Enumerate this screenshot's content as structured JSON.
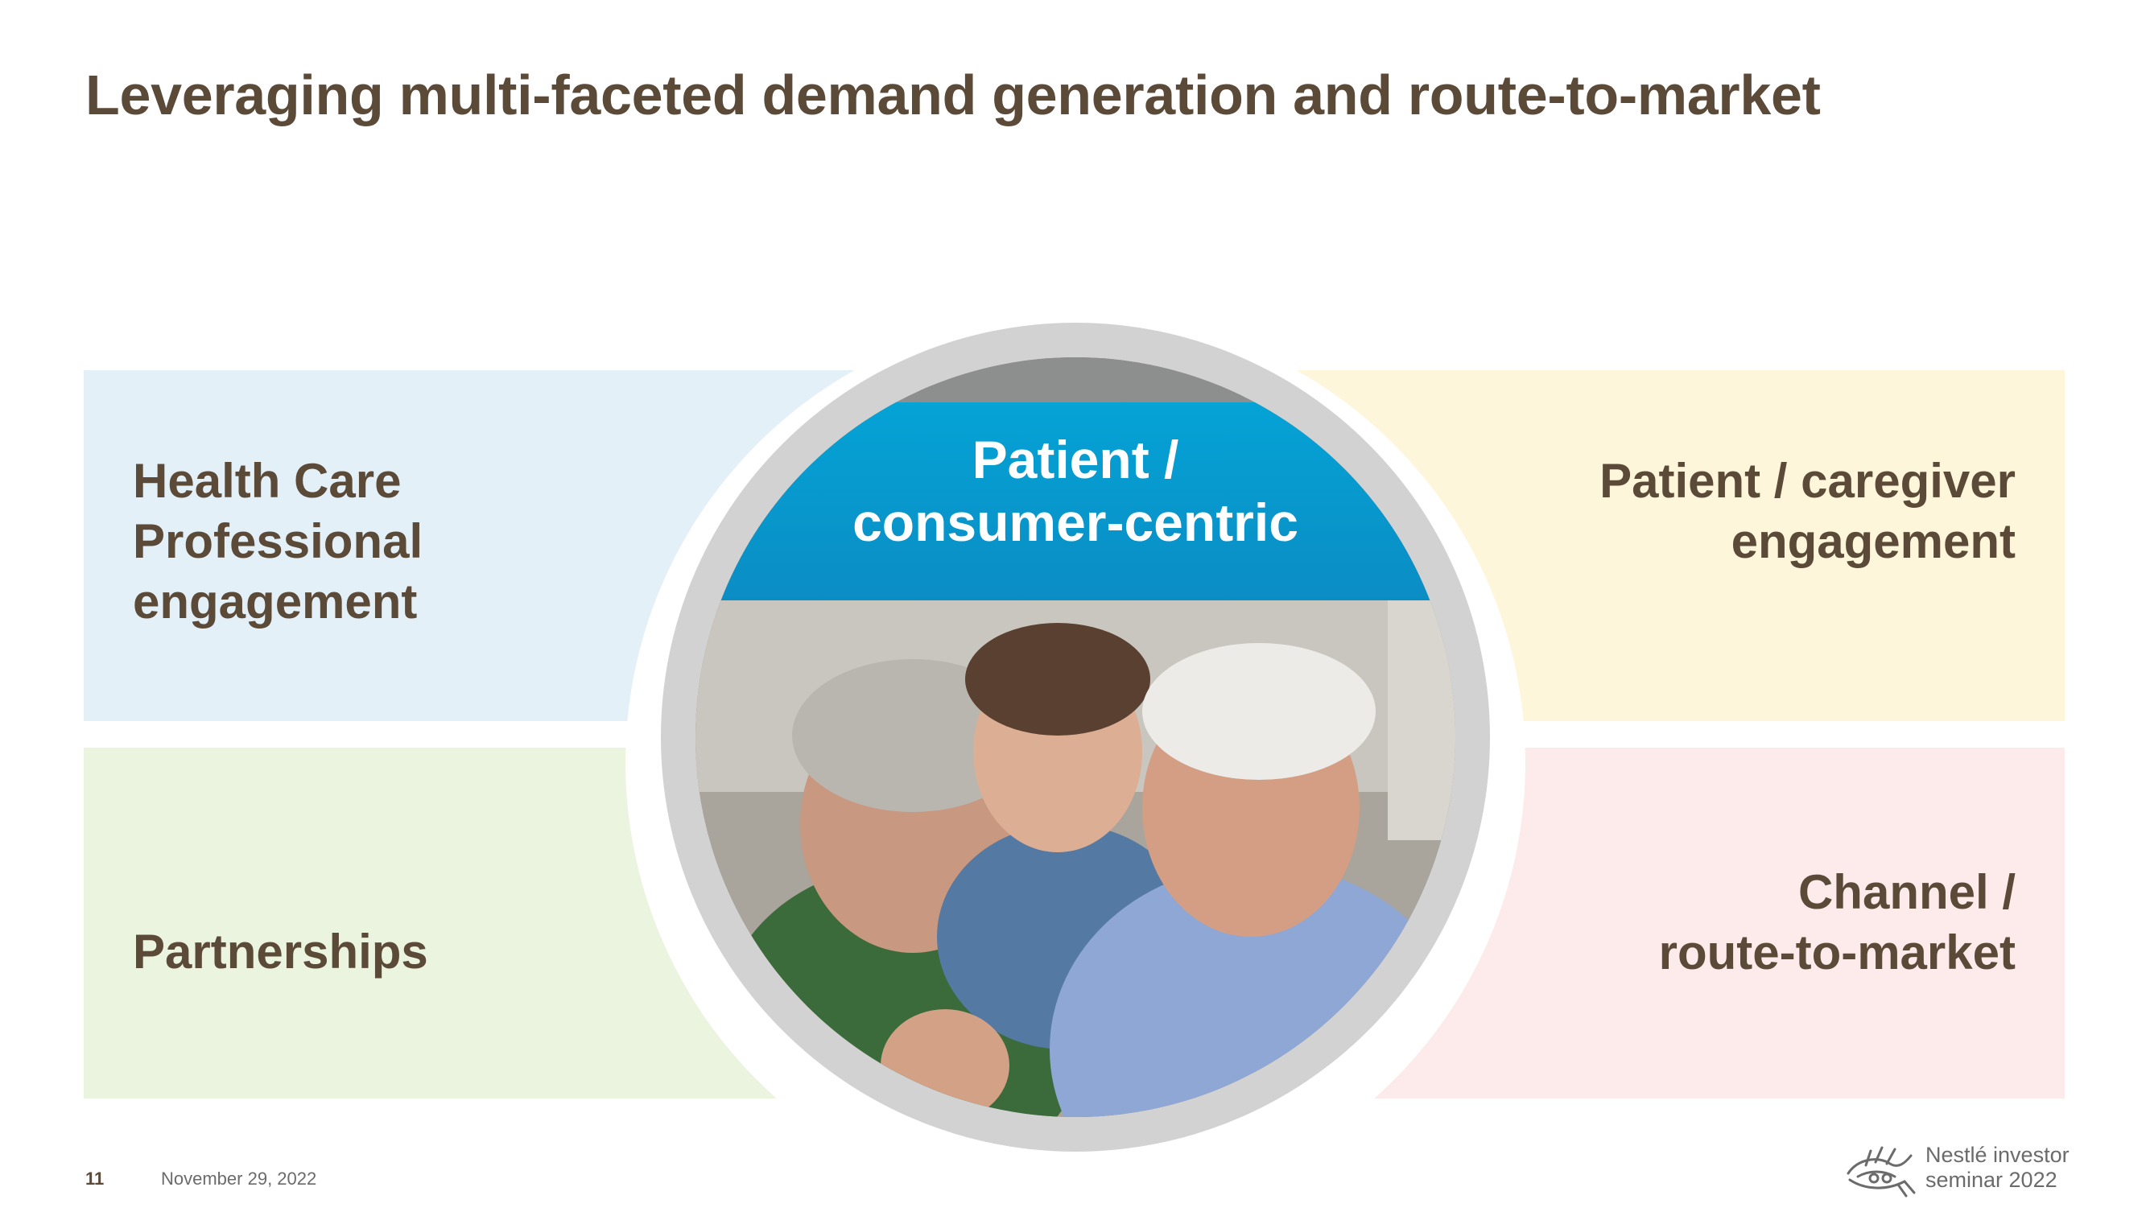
{
  "slide": {
    "title": "Leveraging multi-faceted demand generation and route-to-market"
  },
  "quadrants": {
    "top_left": {
      "line1": "Health Care",
      "line2": "Professional",
      "line3": "engagement"
    },
    "top_right": {
      "line1": "Patient / caregiver",
      "line2": "engagement"
    },
    "bottom_left": {
      "line1": "Partnerships"
    },
    "bottom_right": {
      "line1": "Channel /",
      "line2": "route-to-market"
    }
  },
  "center": {
    "banner_line1": "Patient /",
    "banner_line2": "consumer-centric",
    "photo_description": "photo of smiling grandparents and child"
  },
  "footer": {
    "page_number": "11",
    "date": "November 29, 2022",
    "brand_line1": "Nestlé investor",
    "brand_line2": "seminar 2022",
    "logo_icon": "nestle-nest-logo-icon"
  },
  "colors": {
    "title_text": "#5c4a39",
    "top_left_bg": "#e4f0f8",
    "top_right_bg": "#fdf6db",
    "bottom_left_bg": "#ebf4df",
    "bottom_right_bg": "#fdebeb",
    "banner": "#0a9ed2",
    "ring": "#d2d2d2"
  }
}
